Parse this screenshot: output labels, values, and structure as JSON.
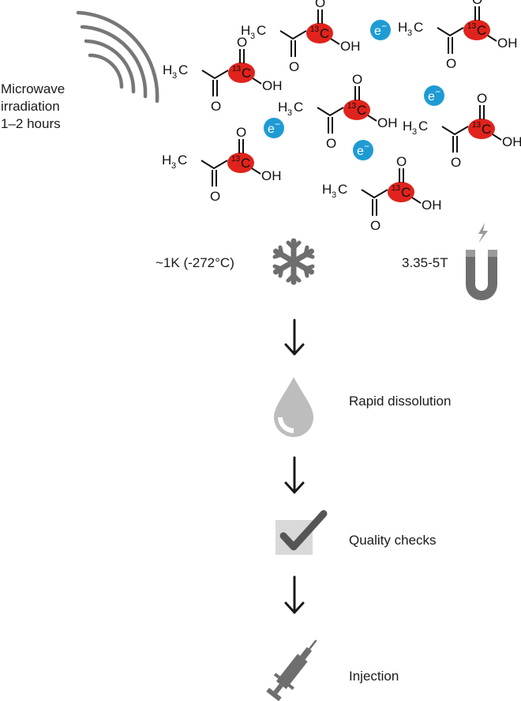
{
  "microwave": {
    "lines": [
      "Microwave",
      "irradiation",
      "1–2 hours"
    ]
  },
  "molecule": {
    "ch3_main": "H",
    "ch3_sub": "3",
    "carbonyl_o": "O",
    "hydroxyl": "OH",
    "isotope_mass": "13",
    "isotope_element": "C"
  },
  "electron": {
    "symbol": "e",
    "charge": "−"
  },
  "temperature_label": "~1K (-272°C)",
  "field_label": "3.35-5T",
  "steps": [
    {
      "label": "Rapid dissolution",
      "icon": "droplet-icon"
    },
    {
      "label": "Quality checks",
      "icon": "checkmark-icon"
    },
    {
      "label": "Injection",
      "icon": "syringe-icon"
    }
  ],
  "colors": {
    "carbon13": "#e0231c",
    "electron": "#1f9bd4",
    "icon_gray": "#707070",
    "arrow": "#1a1a1a"
  }
}
